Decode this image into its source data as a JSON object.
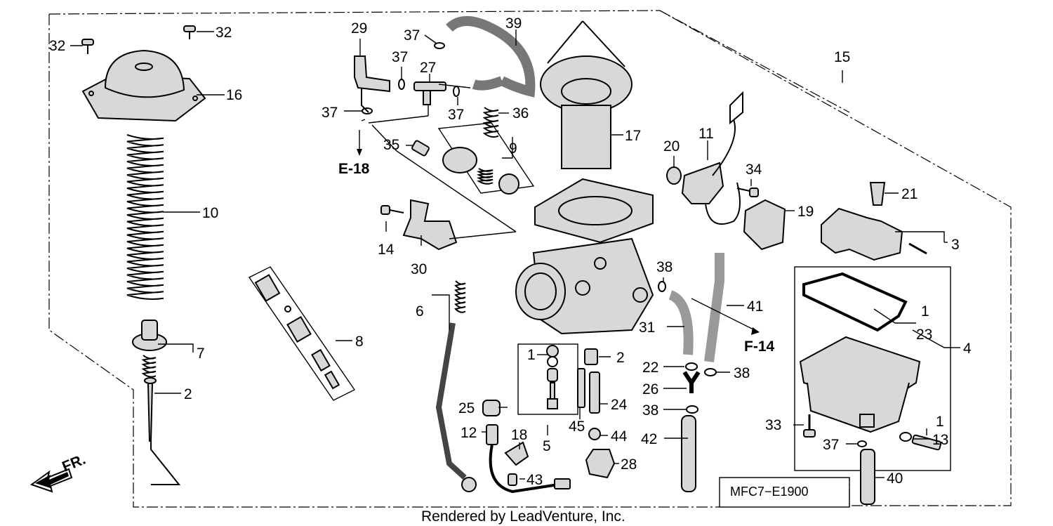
{
  "labels": {
    "l1a": "1",
    "l1b": "1",
    "l1c": "1",
    "l2a": "2",
    "l2b": "2",
    "l3": "3",
    "l4": "4",
    "l5": "5",
    "l6": "6",
    "l7": "7",
    "l8": "8",
    "l9": "9",
    "l10": "10",
    "l11": "11",
    "l12": "12",
    "l13": "13",
    "l14": "14",
    "l15": "15",
    "l16": "16",
    "l17": "17",
    "l18": "18",
    "l19": "19",
    "l20": "20",
    "l21": "21",
    "l22": "22",
    "l23": "23",
    "l24": "24",
    "l25": "25",
    "l26": "26",
    "l27": "27",
    "l28": "28",
    "l29": "29",
    "l30": "30",
    "l31": "31",
    "l32a": "32",
    "l32b": "32",
    "l33": "33",
    "l34": "34",
    "l35": "35",
    "l36": "36",
    "l37a": "37",
    "l37b": "37",
    "l37c": "37",
    "l37d": "37",
    "l37e": "37",
    "l38a": "38",
    "l38b": "38",
    "l38c": "38",
    "l39": "39",
    "l40": "40",
    "l41": "41",
    "l42": "42",
    "l43": "43",
    "l44": "44",
    "l45": "45"
  },
  "refs": {
    "e18": "E-18",
    "f14": "F-14",
    "fr": "FR."
  },
  "diagram_code": "MFC7−E1900",
  "footer_text": "Rendered by LeadVenture, Inc."
}
